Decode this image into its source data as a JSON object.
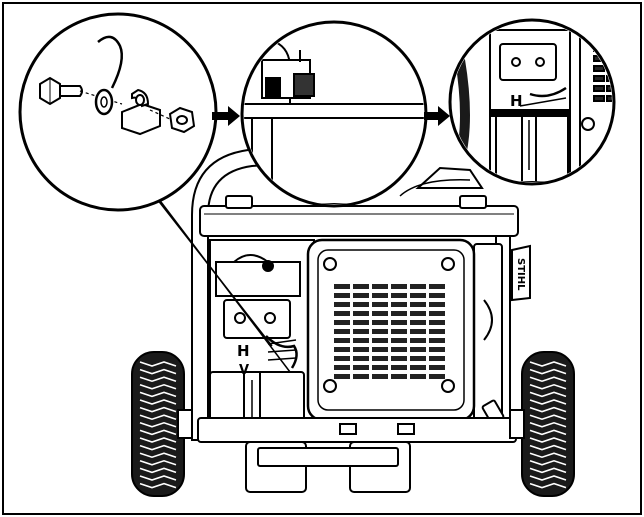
{
  "colors": {
    "ink": "#000000",
    "paper": "#ffffff",
    "tire": "#1a1a1a",
    "grille": "#222222"
  },
  "labels": {
    "terminal_main_top": "H",
    "terminal_main_bottom": "V",
    "terminal_detail": "H",
    "brand_side": "STIHL"
  },
  "icons": {
    "arrow_1": "right-arrow-icon",
    "arrow_2": "right-arrow-icon"
  }
}
